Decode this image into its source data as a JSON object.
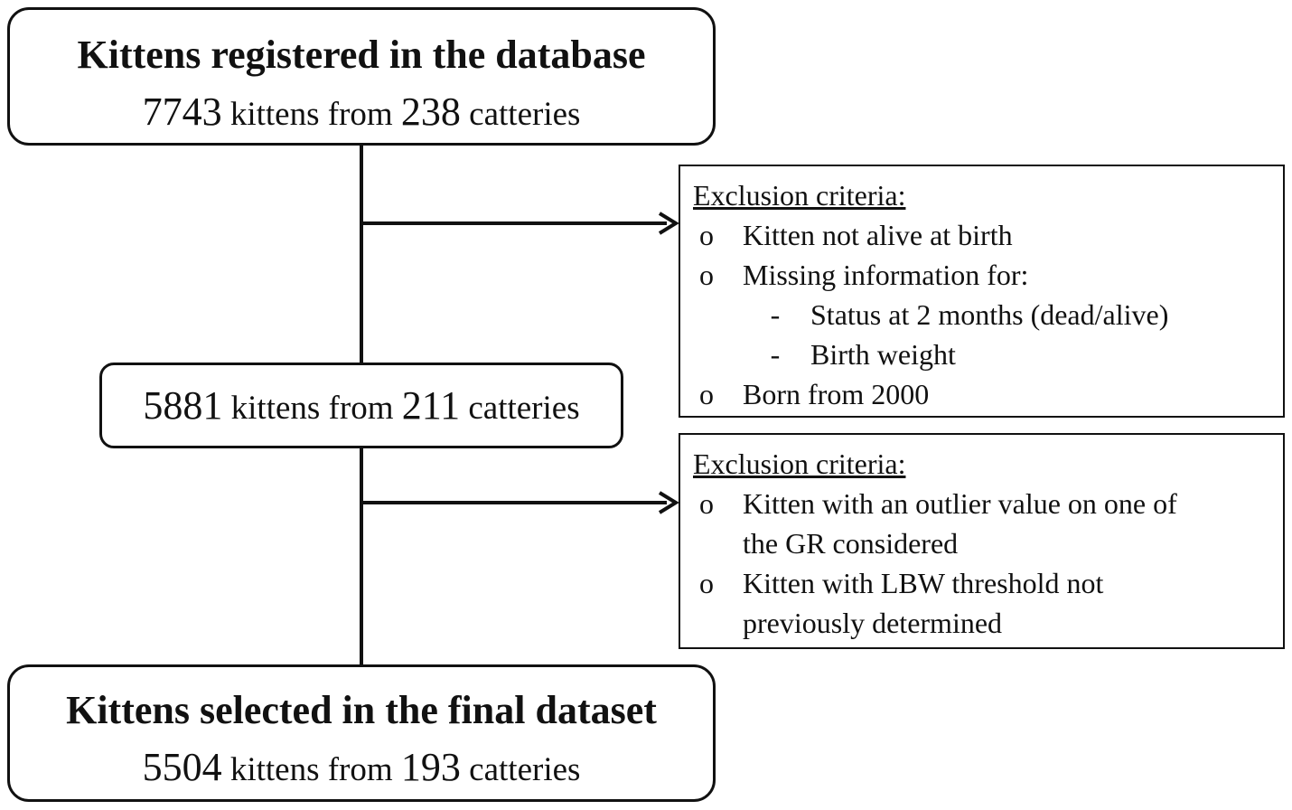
{
  "boxes": {
    "registered": {
      "title": "Kittens registered in the database",
      "count": "7743",
      "count_unit": "kittens from",
      "catteries": "238",
      "catteries_unit": "catteries"
    },
    "intermediate": {
      "count": "5881",
      "count_unit": "kittens from",
      "catteries": "211",
      "catteries_unit": "catteries"
    },
    "final": {
      "title": "Kittens selected in the final dataset",
      "count": "5504",
      "count_unit": "kittens from",
      "catteries": "193",
      "catteries_unit": "catteries"
    }
  },
  "exclusion_1": {
    "heading": "Exclusion criteria:",
    "items": [
      {
        "bullet": "o",
        "text": "Kitten not alive at birth"
      },
      {
        "bullet": "o",
        "text": "Missing information for:"
      },
      {
        "bullet": "-",
        "text": "Status at 2 months (dead/alive)"
      },
      {
        "bullet": "-",
        "text": "Birth weight"
      },
      {
        "bullet": "o",
        "text": "Born from 2000"
      }
    ]
  },
  "exclusion_2": {
    "heading": "Exclusion criteria:",
    "items": [
      {
        "bullet": "o",
        "text": "Kitten with an outlier value on one of"
      },
      {
        "bullet": "",
        "text": "the GR considered"
      },
      {
        "bullet": "o",
        "text": "Kitten with LBW threshold not"
      },
      {
        "bullet": "",
        "text": "previously determined"
      }
    ]
  }
}
